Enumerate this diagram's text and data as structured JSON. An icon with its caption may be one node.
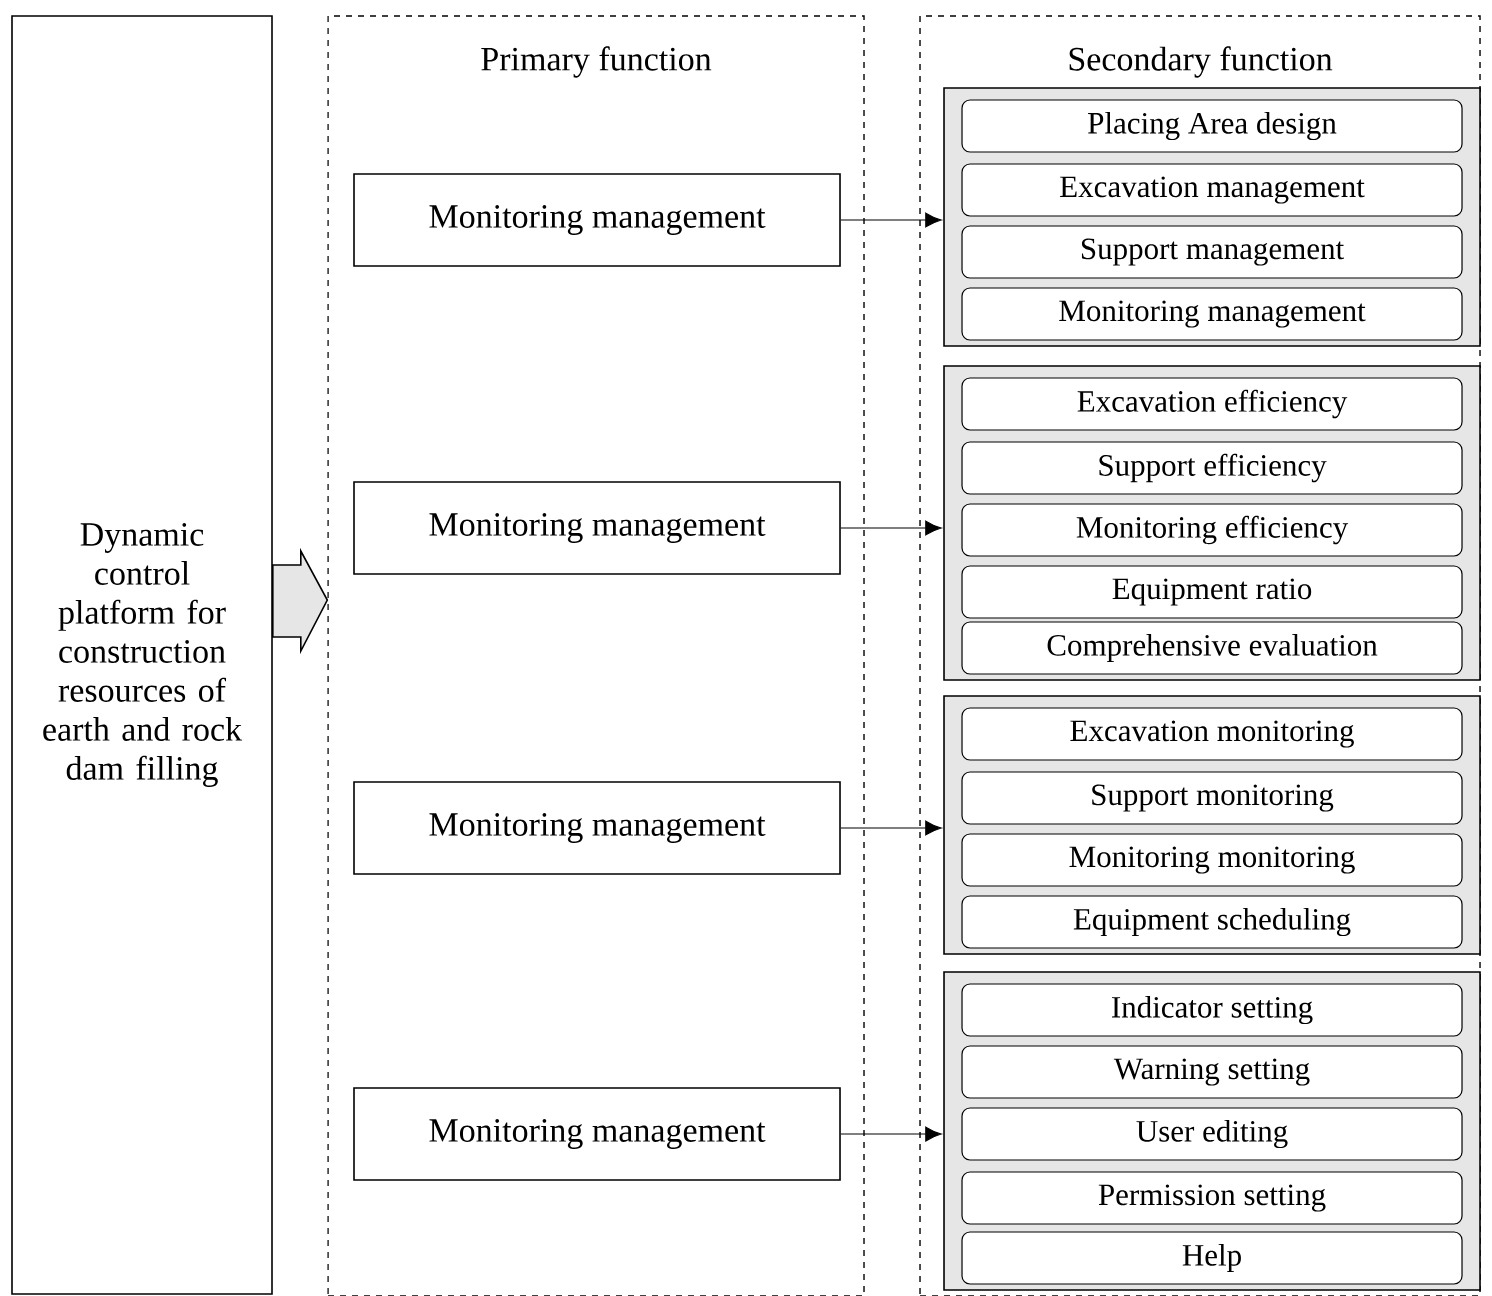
{
  "diagram": {
    "nodes": [
      {
        "text": [
          "Dynamic control platform for construction resources of earth and rock dam filling"
        ]
      },
      {
        "text": [
          "Primary function"
        ]
      },
      {
        "text": [
          "Secondary function"
        ]
      },
      {
        "text": [
          "Monitoring management"
        ],
        "in": 1
      },
      {
        "text": [
          "Monitoring management"
        ],
        "in": 1
      },
      {
        "text": [
          "Monitoring management"
        ],
        "in": 1
      },
      {
        "text": [
          "Monitoring management"
        ],
        "in": 1
      },
      {
        "text": [],
        "shape": "box",
        "in": 2
      },
      {
        "text": [
          "Placing Area design"
        ],
        "in": 7
      },
      {
        "text": [
          "Excavation management"
        ],
        "in": 7
      },
      {
        "text": [
          "Support management"
        ],
        "in": 7
      },
      {
        "text": [
          "Monitoring management"
        ],
        "in": 7
      },
      {
        "text": [],
        "shape": "box",
        "in": 2
      },
      {
        "text": [
          "Excavation efficiency"
        ],
        "in": 12
      },
      {
        "text": [
          "Support efficiency"
        ],
        "in": 12
      },
      {
        "text": [
          "Monitoring efficiency"
        ],
        "in": 12
      },
      {
        "text": [
          "Equipment ratio"
        ],
        "in": 12
      },
      {
        "text": [
          "Comprehensive evaluation"
        ],
        "in": 12
      },
      {
        "text": [],
        "shape": "box",
        "in": 2
      },
      {
        "text": [
          "Excavation monitoring"
        ],
        "in": 18
      },
      {
        "text": [
          "Support monitoring"
        ],
        "in": 18
      },
      {
        "text": [
          "Monitoring monitoring"
        ],
        "in": 18
      },
      {
        "text": [
          "Equipment scheduling"
        ],
        "in": 18
      },
      {
        "text": [],
        "shape": "box",
        "in": 2
      },
      {
        "text": [
          "Indicator setting"
        ],
        "in": 23
      },
      {
        "text": [
          "Warning setting"
        ],
        "in": 23
      },
      {
        "text": [
          "User editing"
        ],
        "in": 23
      },
      {
        "text": [
          "Permission setting"
        ],
        "in": 23
      },
      {
        "text": [
          "Help"
        ],
        "in": 23
      }
    ],
    "edges": [
      {
        "from": 0,
        "to": 1,
        "arrow": "to",
        "style": "thick"
      },
      {
        "from": 3,
        "to": 7,
        "arrow": "to"
      },
      {
        "from": 4,
        "to": 12,
        "arrow": "to"
      },
      {
        "from": 5,
        "to": 18,
        "arrow": "to"
      },
      {
        "from": 6,
        "to": 23,
        "arrow": "to"
      }
    ]
  }
}
